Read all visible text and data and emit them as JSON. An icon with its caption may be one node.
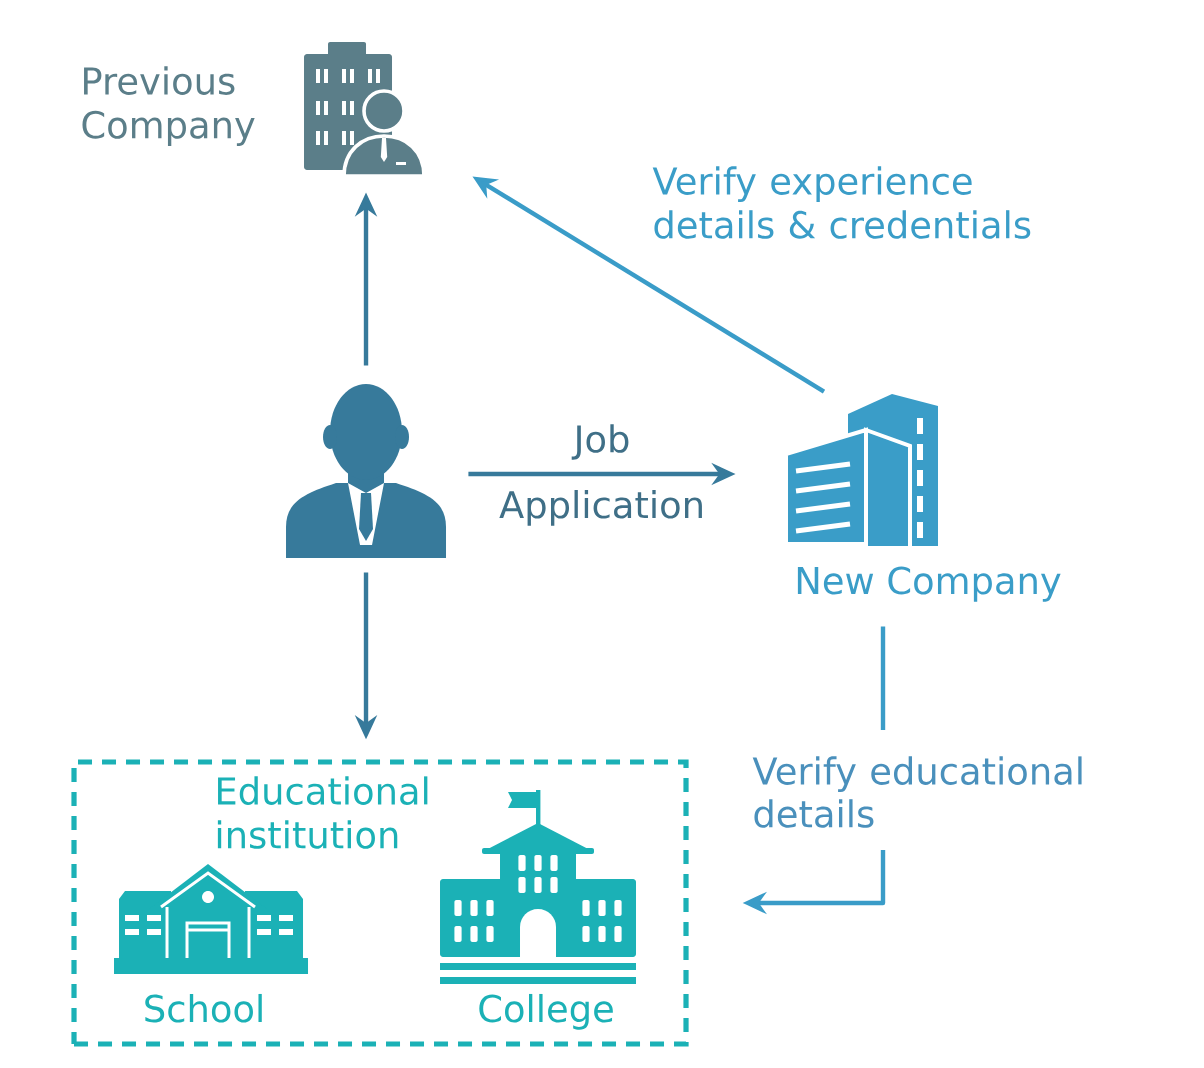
{
  "diagram": {
    "nodes": [
      {
        "text": [],
        "shape": "picture",
        "beside": [
          "Previous Company"
        ]
      },
      {
        "text": [],
        "shape": "person"
      },
      {
        "text": [],
        "shape": "picture",
        "beside": [
          "New Company"
        ]
      },
      {
        "text": [
          "Educational institution"
        ]
      },
      {
        "text": [],
        "shape": "picture",
        "beside": [
          "School"
        ],
        "in": 3
      },
      {
        "text": [],
        "shape": "picture",
        "beside": [
          "College"
        ],
        "in": 3
      }
    ],
    "edges": [
      {
        "from": 1,
        "to": 0,
        "arrow": "to"
      },
      {
        "from": 1,
        "to": 2,
        "arrow": "to",
        "label": "Job Application"
      },
      {
        "from": 1,
        "to": 3,
        "arrow": "to"
      },
      {
        "from": 2,
        "to": 0,
        "arrow": "to",
        "label": "Verify experience details & credentials",
        "color": "#3a9cc8"
      },
      {
        "from": 2,
        "to": 3,
        "arrow": "to",
        "label": "Verify educational details",
        "color": "#3a9cc8"
      }
    ]
  }
}
